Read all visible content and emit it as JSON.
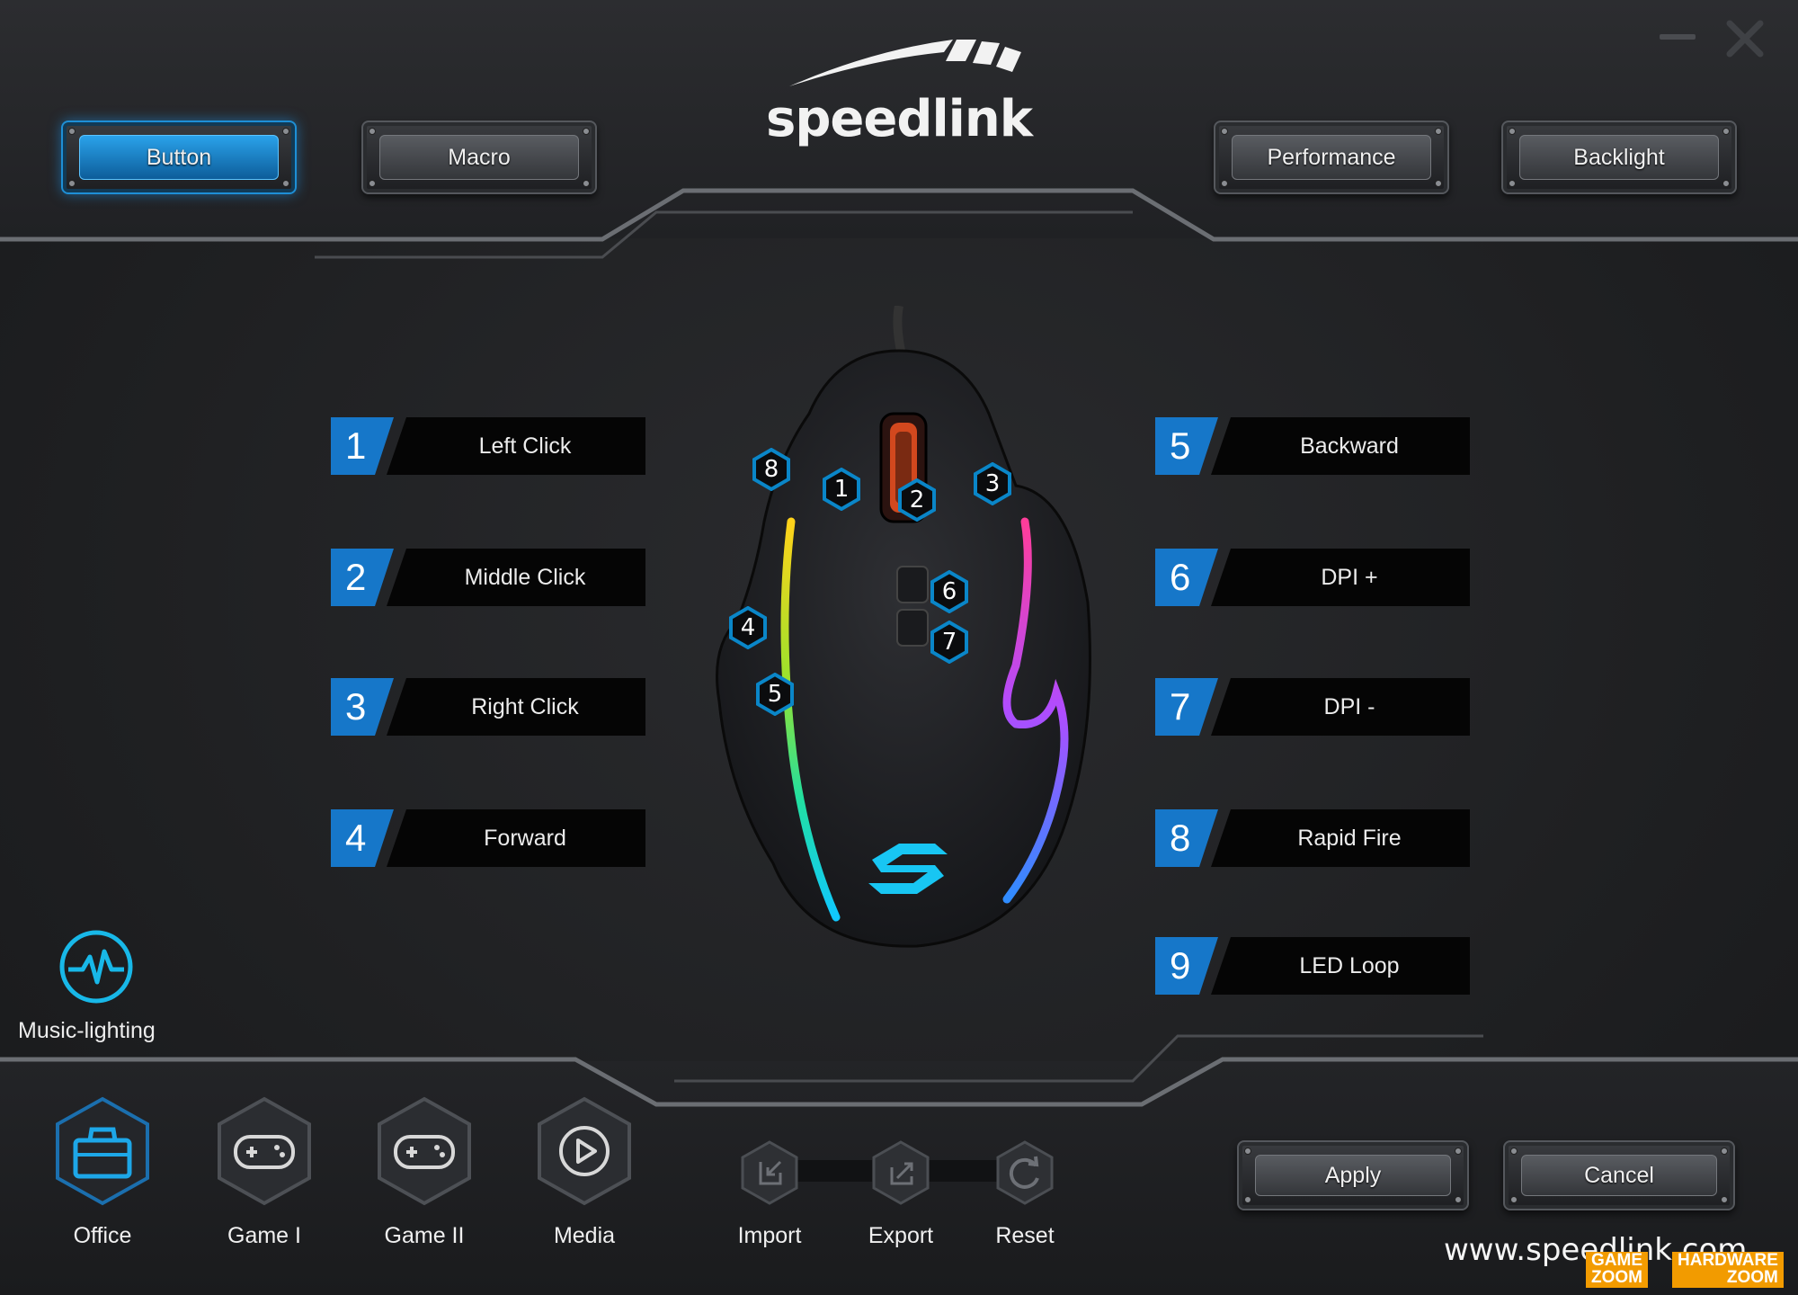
{
  "window": {
    "minimize_icon": "minimize-icon",
    "close_icon": "close-icon"
  },
  "brand": {
    "logo_text": "speedlink",
    "url": "www.speedlink.com"
  },
  "tabs": [
    {
      "label": "Button",
      "active": true
    },
    {
      "label": "Macro",
      "active": false
    },
    {
      "label": "Performance",
      "active": false
    },
    {
      "label": "Backlight",
      "active": false
    }
  ],
  "mappings": [
    {
      "num": "1",
      "label": "Left Click"
    },
    {
      "num": "2",
      "label": "Middle Click"
    },
    {
      "num": "3",
      "label": "Right Click"
    },
    {
      "num": "4",
      "label": "Forward"
    },
    {
      "num": "5",
      "label": "Backward"
    },
    {
      "num": "6",
      "label": "DPI +"
    },
    {
      "num": "7",
      "label": "DPI -"
    },
    {
      "num": "8",
      "label": "Rapid Fire"
    },
    {
      "num": "9",
      "label": "LED Loop"
    }
  ],
  "mouse_badges": [
    "8",
    "1",
    "2",
    "3",
    "6",
    "4",
    "7",
    "5"
  ],
  "music_lighting": {
    "label": "Music-lighting",
    "icon": "waveform-icon"
  },
  "profiles": [
    {
      "label": "Office",
      "icon": "toolbox-icon",
      "active": true
    },
    {
      "label": "Game I",
      "icon": "gamepad-icon",
      "active": false
    },
    {
      "label": "Game II",
      "icon": "gamepad-icon",
      "active": false
    },
    {
      "label": "Media",
      "icon": "play-icon",
      "active": false
    }
  ],
  "tools": [
    {
      "label": "Import",
      "icon": "import-icon"
    },
    {
      "label": "Export",
      "icon": "export-icon"
    },
    {
      "label": "Reset",
      "icon": "reset-icon"
    }
  ],
  "actions": {
    "apply": "Apply",
    "cancel": "Cancel"
  },
  "watermark": {
    "left_top": "GAME",
    "left_bottom": "ZOOM",
    "right_top": "HARDWARE",
    "right_bottom": "ZOOM"
  },
  "colors": {
    "accent": "#1677c9",
    "active_glow": "#2aa2ea",
    "badge": "#0a86c8"
  }
}
